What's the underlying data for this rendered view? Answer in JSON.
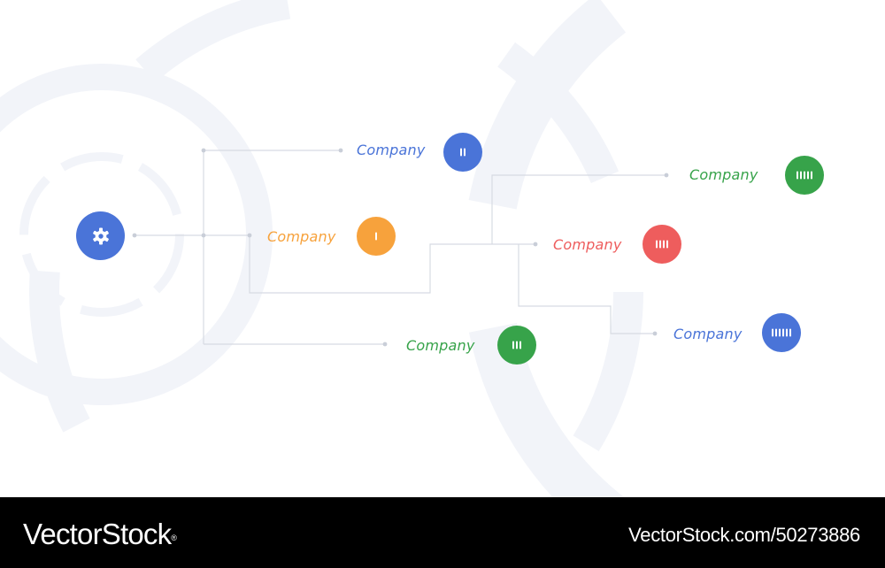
{
  "colors": {
    "blue": "#4a74d8",
    "orange": "#f7a23c",
    "green": "#37a34a",
    "red": "#ee5d5d",
    "connector": "#d7dbe3",
    "decor": "#f2f4f9"
  },
  "root": {
    "icon": "gear-icon",
    "color": "#4a74d8"
  },
  "nodes": [
    {
      "id": "I",
      "label": "Company",
      "color": "#f7a23c",
      "tally": 1
    },
    {
      "id": "II",
      "label": "Company",
      "color": "#4a74d8",
      "tally": 2
    },
    {
      "id": "III",
      "label": "Company",
      "color": "#37a34a",
      "tally": 3
    },
    {
      "id": "IIII",
      "label": "Company",
      "color": "#ee5d5d",
      "tally": 4
    },
    {
      "id": "IIIII",
      "label": "Company",
      "color": "#37a34a",
      "tally": 5
    },
    {
      "id": "IIIIII",
      "label": "Company",
      "color": "#4a74d8",
      "tally": 6
    }
  ],
  "footer": {
    "brand": "VectorStock",
    "brand_mark": "®",
    "image_id": "VectorStock.com/50273886"
  }
}
